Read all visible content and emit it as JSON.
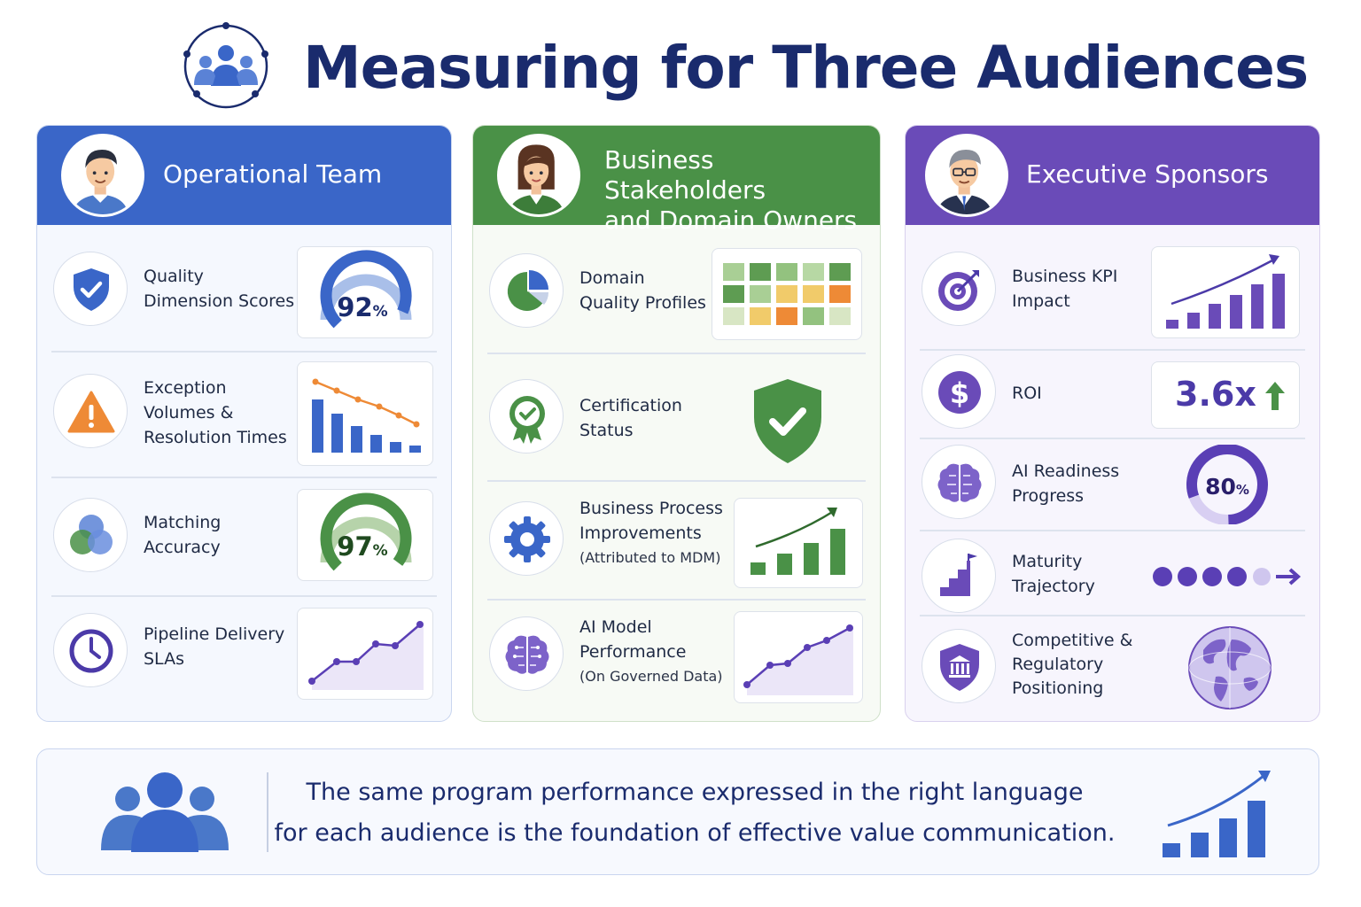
{
  "title": "Measuring for Three Audiences",
  "columns": {
    "operational": {
      "heading": "Operational Team",
      "accent": "#3a66c8",
      "rows": [
        {
          "label_lines": [
            "Quality",
            "Dimension Scores"
          ],
          "gauge_value": "92",
          "gauge_unit": "%",
          "gauge_fraction": 0.92
        },
        {
          "label_lines": [
            "Exception",
            "Volumes &",
            "Resolution Times"
          ],
          "trend": "decreasing"
        },
        {
          "label_lines": [
            "Matching",
            "Accuracy"
          ],
          "gauge_value": "97",
          "gauge_unit": "%",
          "gauge_fraction": 0.97
        },
        {
          "label_lines": [
            "Pipeline Delivery",
            "SLAs"
          ],
          "trend": "increasing"
        }
      ]
    },
    "business": {
      "heading_lines": [
        "Business Stakeholders",
        "and Domain Owners"
      ],
      "accent": "#4a9147",
      "rows": [
        {
          "label_lines": [
            "Domain",
            "Quality Profiles"
          ]
        },
        {
          "label_lines": [
            "Certification",
            "Status"
          ]
        },
        {
          "label_lines": [
            "Business Process",
            "Improvements"
          ],
          "sub": "(Attributed to MDM)"
        },
        {
          "label_lines": [
            "AI Model",
            "Performance"
          ],
          "sub": "(On Governed Data)"
        }
      ],
      "heatmap_colors": [
        [
          "#a9cf95",
          "#5e9c52",
          "#93c27f",
          "#b7d8a4",
          "#5e9c52"
        ],
        [
          "#5e9c52",
          "#a9cf95",
          "#f1cb6a",
          "#f1cb6a",
          "#ee8a36"
        ],
        [
          "#d8e6c4",
          "#f1cb6a",
          "#ee8a36",
          "#93c27f",
          "#d8e6c4"
        ]
      ]
    },
    "executive": {
      "heading": "Executive Sponsors",
      "accent": "#6a4bb8",
      "rows": [
        {
          "label_lines": [
            "Business KPI",
            "Impact"
          ]
        },
        {
          "label_lines": [
            "ROI"
          ],
          "value": "3.6x"
        },
        {
          "label_lines": [
            "AI Readiness",
            "Progress"
          ],
          "gauge_value": "80",
          "gauge_unit": "%",
          "gauge_fraction": 0.8
        },
        {
          "label_lines": [
            "Maturity",
            "Trajectory"
          ],
          "maturity_filled": 4,
          "maturity_total": 5
        },
        {
          "label_lines": [
            "Competitive &",
            "Regulatory",
            "Positioning"
          ]
        }
      ]
    }
  },
  "bottom": {
    "quote_lines": [
      "The same program performance expressed in the right language",
      "for each audience is the foundation of effective value communication."
    ]
  },
  "colors": {
    "title": "#1a2b6d",
    "blue": "#3a66c8",
    "green": "#4a9147",
    "purple": "#6a4bb8",
    "orange": "#ee8a36"
  }
}
